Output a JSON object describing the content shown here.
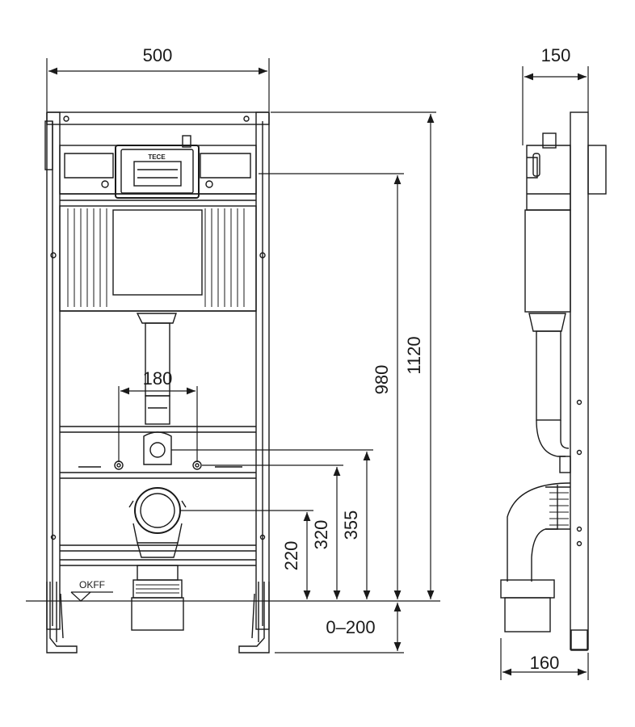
{
  "dimensions": {
    "frame_width": "500",
    "side_depth_top": "150",
    "side_depth_bottom": "160",
    "flush_plate_spacing": "180",
    "total_height": "1120",
    "cistern_height": "980",
    "fixing_height": "355",
    "drain_height": "320",
    "outlet_height": "220",
    "leg_adjustment": "0–200"
  },
  "labels": {
    "floor_level": "OKFF",
    "brand_mark": "TECE"
  }
}
